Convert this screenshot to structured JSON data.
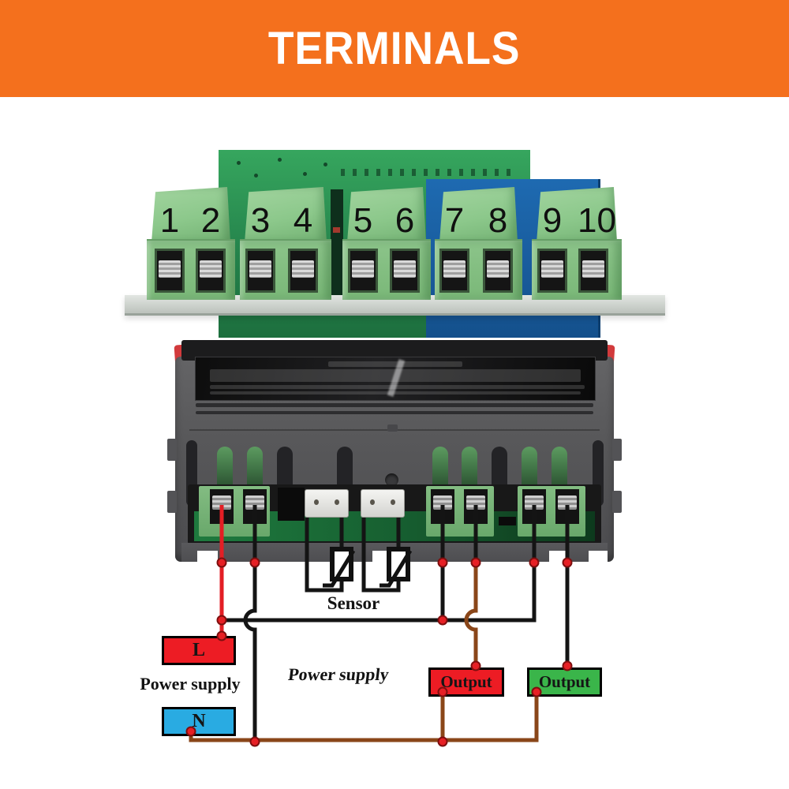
{
  "header": {
    "title": "TERMINALS",
    "bg_color": "#F4701D",
    "text_color": "#FFFFFF"
  },
  "terminals": {
    "labels": [
      "1",
      "2",
      "3",
      "4",
      "5",
      "6",
      "7",
      "8",
      "9",
      "10"
    ]
  },
  "wiring": {
    "sensor_label": "Sensor",
    "power_supply_left": "Power supply",
    "power_supply_center": "Power supply",
    "live_box": "L",
    "neutral_box": "N",
    "output_box_1": "Output",
    "output_box_2": "Output",
    "colors": {
      "live_wire": "#E31E24",
      "black_wire": "#141414",
      "brown_wire": "#8A4619",
      "live_box_bg": "#ED1C24",
      "neutral_box_bg": "#29ABE2",
      "output1_bg": "#ED1C24",
      "output2_bg": "#3AB54A",
      "junction_dot": "#E62025",
      "header_bg": "#F4701D"
    }
  }
}
